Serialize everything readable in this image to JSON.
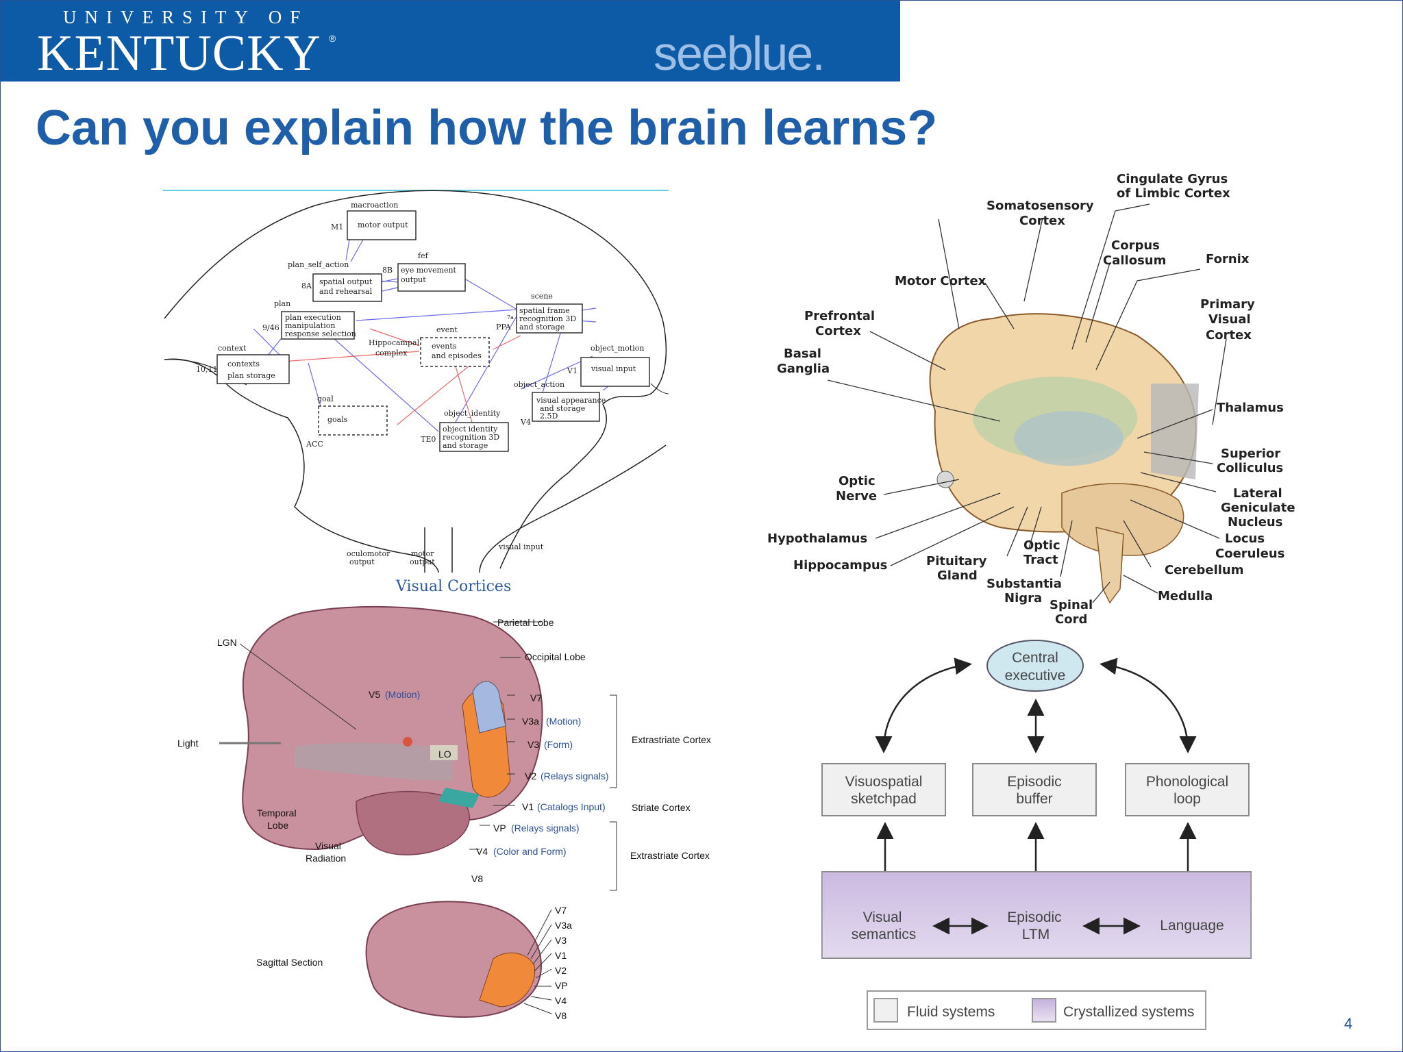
{
  "header": {
    "university_line": "UNIVERSITY OF",
    "kentucky": "KENTUCKY",
    "registered": "®",
    "tagline_see": "see",
    "tagline_blue": "blue."
  },
  "slide": {
    "title": "Can you explain how the brain learns?",
    "page_number": "4"
  },
  "network_diagram": {
    "labels": {
      "macroaction": "macroaction",
      "m1": "M1",
      "motor_output_box": "motor output",
      "fef": "fef",
      "plan_self_action": "plan_self_action",
      "8b": "8B",
      "eye_movement_1": "eye movement",
      "eye_movement_2": "output",
      "8a": "8A",
      "spatial_out_1": "spatial output",
      "spatial_out_2": "and rehearsal",
      "plan": "plan",
      "9_46": "9/46",
      "plan_exec_1": "plan execution",
      "plan_exec_2": "manipulation",
      "plan_exec_3": "response selection",
      "scene": "scene",
      "spatial_frame_1": "spatial frame",
      "spatial_frame_2": "recognition 3D",
      "spatial_frame_3": "and storage",
      "ppa": "PPA",
      "seven": "7a",
      "event": "event",
      "hippocampal_1": "Hippocampal",
      "hippocampal_2": "complex",
      "events_1": "events",
      "events_2": "and episodes",
      "context": "context",
      "10_11": "10,11",
      "contexts_1": "contexts",
      "contexts_2": "plan storage",
      "object_motion": "object_motion",
      "v1": "V1",
      "visual_input_box": "visual input",
      "object_action": "object_action",
      "goal": "goal",
      "goals": "goals",
      "acc": "ACC",
      "object_identity": "object_identity",
      "visual_app_1": "visual appearance",
      "visual_app_2": "and storage",
      "visual_app_3": "2.5D",
      "v4": "V4",
      "obj_id_1": "object identity",
      "obj_id_2": "recognition 3D",
      "obj_id_3": "and storage",
      "te0": "TE0",
      "oculomotor_1": "oculomotor",
      "oculomotor_2": "output",
      "motor_1": "motor",
      "motor_2": "output",
      "visual_input_bottom": "visual input"
    }
  },
  "visual_cortices": {
    "title": "Visual Cortices",
    "labels": {
      "parietal": "Parietal Lobe",
      "occipital": "Occipital Lobe",
      "lgn": "LGN",
      "light": "Light",
      "temporal_1": "Temporal",
      "temporal_2": "Lobe",
      "radiation_1": "Visual",
      "radiation_2": "Radiation",
      "v5": "V5",
      "v5_note": "(Motion)",
      "lo": "LO",
      "v7": "V7",
      "v3a": "V3a",
      "v3a_note": "(Motion)",
      "v3": "V3",
      "v3_note": "(Form)",
      "v2": "V2",
      "v2_note": "(Relays signals)",
      "v1": "V1",
      "v1_note": "(Catalogs Input)",
      "vp": "VP",
      "vp_note": "(Relays signals)",
      "v4": "V4",
      "v4_note": "(Color and Form)",
      "v8": "V8",
      "extrastriate_1": "Extrastriate Cortex",
      "striate": "Striate Cortex",
      "extrastriate_2": "Extrastriate Cortex",
      "sagittal": "Sagittal Section",
      "s_v7": "V7",
      "s_v3a": "V3a",
      "s_v3": "V3",
      "s_v1": "V1",
      "s_v2": "V2",
      "s_vp": "VP",
      "s_v4": "V4",
      "s_v8": "V8"
    }
  },
  "anatomy": {
    "labels": {
      "cingulate_1": "Cingulate Gyrus",
      "cingulate_2": "of Limbic Cortex",
      "somato_1": "Somatosensory",
      "somato_2": "Cortex",
      "corpus_1": "Corpus",
      "corpus_2": "Callosum",
      "fornix": "Fornix",
      "motor": "Motor Cortex",
      "primary_1": "Primary",
      "primary_2": "Visual",
      "primary_3": "Cortex",
      "prefrontal_1": "Prefrontal",
      "prefrontal_2": "Cortex",
      "basal_1": "Basal",
      "basal_2": "Ganglia",
      "thalamus": "Thalamus",
      "superior_1": "Superior",
      "superior_2": "Colliculus",
      "optic_nerve_1": "Optic",
      "optic_nerve_2": "Nerve",
      "lateral_1": "Lateral",
      "lateral_2": "Geniculate",
      "lateral_3": "Nucleus",
      "hypothalamus": "Hypothalamus",
      "locus_1": "Locus",
      "locus_2": "Coeruleus",
      "hippocampus": "Hippocampus",
      "optic_tract_1": "Optic",
      "optic_tract_2": "Tract",
      "pituitary_1": "Pituitary",
      "pituitary_2": "Gland",
      "cerebellum": "Cerebellum",
      "substantia_1": "Substantia",
      "substantia_2": "Nigra",
      "spinal_1": "Spinal",
      "spinal_2": "Cord",
      "medulla": "Medulla"
    }
  },
  "baddeley_model": {
    "central_1": "Central",
    "central_2": "executive",
    "visuospatial_1": "Visuospatial",
    "visuospatial_2": "sketchpad",
    "episodic_buffer_1": "Episodic",
    "episodic_buffer_2": "buffer",
    "phonological_1": "Phonological",
    "phonological_2": "loop",
    "visual_semantics_1": "Visual",
    "visual_semantics_2": "semantics",
    "episodic_ltm_1": "Episodic",
    "episodic_ltm_2": "LTM",
    "language": "Language",
    "legend_fluid": "Fluid systems",
    "legend_crystallized": "Crystallized systems",
    "colors": {
      "central_fill": "#cfe8ef",
      "crystallized_fill": "#d8cce8",
      "fluid_fill": "#f0f0f0"
    }
  }
}
